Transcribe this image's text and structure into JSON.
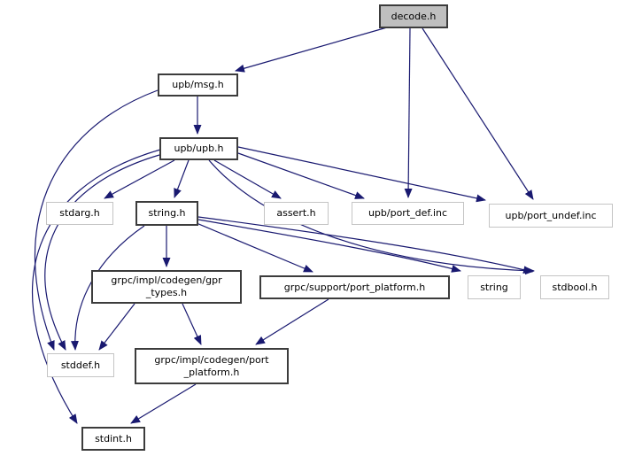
{
  "diagram": {
    "kind": "doxygen-include-dependency-graph",
    "root_file": "decode.h",
    "colors": {
      "edge": "#191970",
      "root_fill": "#bfbfbf",
      "linked_border": "#3c3c3c",
      "external_border": "#c4c4c4",
      "node_fill": "#ffffff",
      "text": "#000000"
    }
  },
  "nodes": [
    {
      "id": "decode_h",
      "label": "decode.h",
      "kind": "root"
    },
    {
      "id": "upb_msg_h",
      "label": "upb/msg.h",
      "kind": "linked"
    },
    {
      "id": "upb_upb_h",
      "label": "upb/upb.h",
      "kind": "linked"
    },
    {
      "id": "stdarg_h",
      "label": "stdarg.h",
      "kind": "external"
    },
    {
      "id": "string_h",
      "label": "string.h",
      "kind": "linked"
    },
    {
      "id": "assert_h",
      "label": "assert.h",
      "kind": "external"
    },
    {
      "id": "upb_port_def_inc",
      "label": "upb/port_def.inc",
      "kind": "external"
    },
    {
      "id": "upb_port_undef_inc",
      "label": "upb/port_undef.inc",
      "kind": "external"
    },
    {
      "id": "gpr_types_h",
      "label_lines": [
        "grpc/impl/codegen/gpr",
        "_types.h"
      ],
      "kind": "linked"
    },
    {
      "id": "grpc_support_port_platform_h",
      "label": "grpc/support/port_platform.h",
      "kind": "linked"
    },
    {
      "id": "string_cpp",
      "label": "string",
      "kind": "external"
    },
    {
      "id": "stdbool_h",
      "label": "stdbool.h",
      "kind": "external"
    },
    {
      "id": "stddef_h",
      "label": "stddef.h",
      "kind": "external"
    },
    {
      "id": "grpc_impl_codegen_port_platform_h",
      "label_lines": [
        "grpc/impl/codegen/port",
        "_platform.h"
      ],
      "kind": "linked"
    },
    {
      "id": "stdint_h",
      "label": "stdint.h",
      "kind": "linked"
    }
  ],
  "edges": [
    {
      "from": "decode.h",
      "to": "upb/msg.h"
    },
    {
      "from": "decode.h",
      "to": "upb/port_def.inc"
    },
    {
      "from": "decode.h",
      "to": "upb/port_undef.inc"
    },
    {
      "from": "upb/msg.h",
      "to": "upb/upb.h"
    },
    {
      "from": "upb/msg.h",
      "to": "stddef.h"
    },
    {
      "from": "upb/upb.h",
      "to": "stddef.h"
    },
    {
      "from": "upb/upb.h",
      "to": "stdint.h"
    },
    {
      "from": "upb/upb.h",
      "to": "stdarg.h"
    },
    {
      "from": "upb/upb.h",
      "to": "string.h"
    },
    {
      "from": "upb/upb.h",
      "to": "assert.h"
    },
    {
      "from": "upb/upb.h",
      "to": "upb/port_def.inc"
    },
    {
      "from": "upb/upb.h",
      "to": "upb/port_undef.inc"
    },
    {
      "from": "upb/upb.h",
      "to": "stdbool.h"
    },
    {
      "from": "string.h",
      "to": "stddef.h"
    },
    {
      "from": "string.h",
      "to": "grpc/impl/codegen/gpr_types.h"
    },
    {
      "from": "string.h",
      "to": "grpc/support/port_platform.h"
    },
    {
      "from": "string.h",
      "to": "string"
    },
    {
      "from": "string.h",
      "to": "stdbool.h"
    },
    {
      "from": "grpc/impl/codegen/gpr_types.h",
      "to": "stddef.h"
    },
    {
      "from": "grpc/impl/codegen/gpr_types.h",
      "to": "grpc/impl/codegen/port_platform.h"
    },
    {
      "from": "grpc/support/port_platform.h",
      "to": "grpc/impl/codegen/port_platform.h"
    },
    {
      "from": "grpc/impl/codegen/port_platform.h",
      "to": "stdint.h"
    }
  ]
}
